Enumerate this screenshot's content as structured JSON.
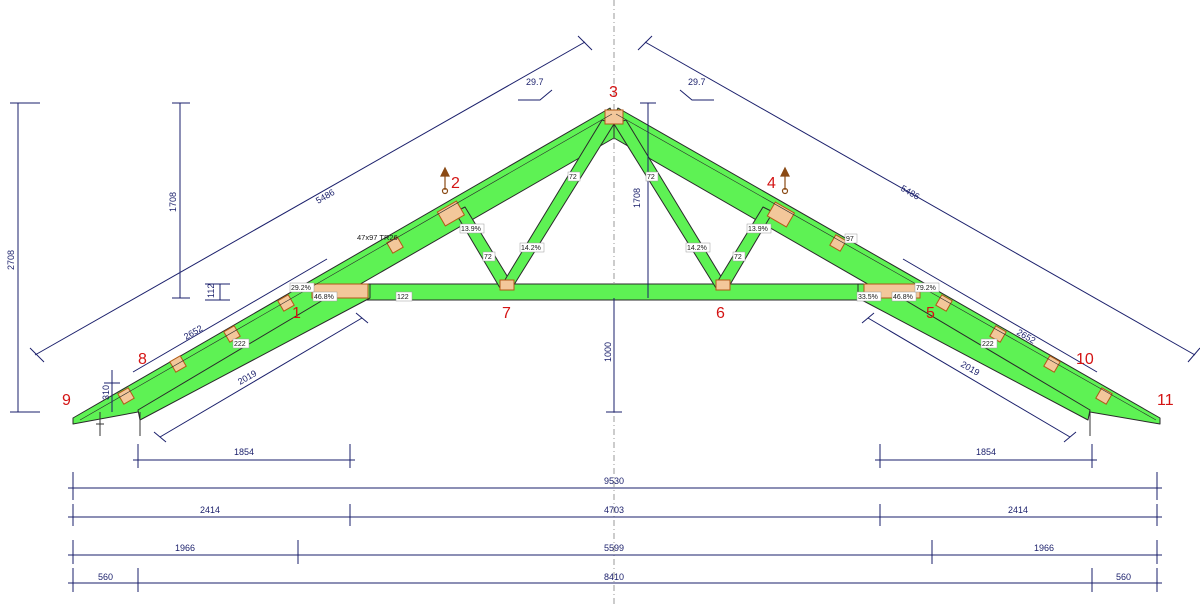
{
  "diagram": {
    "slope_left": "29.7",
    "slope_right": "29.7",
    "top_chord_length_left": "5486",
    "top_chord_length_right": "5486",
    "heel_height_total": "2708",
    "upper_height_left": "1708",
    "upper_height_right": "1708",
    "lower_height": "1000",
    "small_dim": "112",
    "heel_dim": "310",
    "panel_left": "2652",
    "panel_right": "2652",
    "bottom_slope_left": "2019",
    "bottom_slope_right": "2019",
    "member_size": "47x97 TR26",
    "web_width_label": "72",
    "bottom_chord_width": "122",
    "top_chord_width": "97",
    "plate_size": "222",
    "pct_web_left": "13.9%",
    "pct_web_right": "13.9%",
    "pct_diag_left": "14.2%",
    "pct_diag_right": "14.2%",
    "pct_left_a": "29.2%",
    "pct_left_b": "46.8%",
    "pct_right_a": "33.5%",
    "pct_right_b": "46.8%",
    "pct_right_c": "79.2%",
    "nodes": [
      "1",
      "2",
      "3",
      "4",
      "5",
      "6",
      "7",
      "8",
      "9",
      "10",
      "11"
    ],
    "dims": {
      "row0_left": "1854",
      "row0_right": "1854",
      "row1": "9530",
      "row2_a": "2414",
      "row2_b": "4703",
      "row2_c": "2414",
      "row3_a": "1966",
      "row3_b": "5599",
      "row3_c": "1966",
      "row4_a": "560",
      "row4_b": "8410",
      "row4_c": "560"
    }
  },
  "colors": {
    "member_fill": "#5ef254",
    "dimension_line": "#1a1f6b",
    "node_label": "#d41414",
    "plate": "#f3c79a"
  }
}
